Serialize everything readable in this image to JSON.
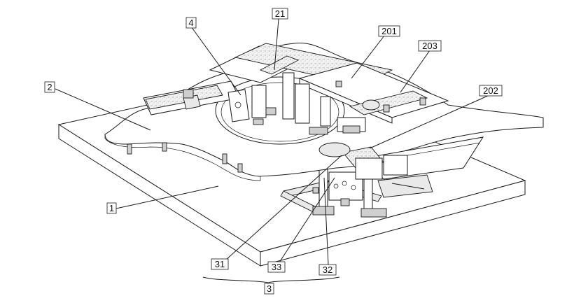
{
  "figure": {
    "labels": {
      "l1": "1",
      "l2": "2",
      "l3": "3",
      "l4": "4",
      "l21": "21",
      "l201": "201",
      "l202": "202",
      "l203": "203",
      "l31": "31",
      "l32": "32",
      "l33": "33"
    }
  }
}
